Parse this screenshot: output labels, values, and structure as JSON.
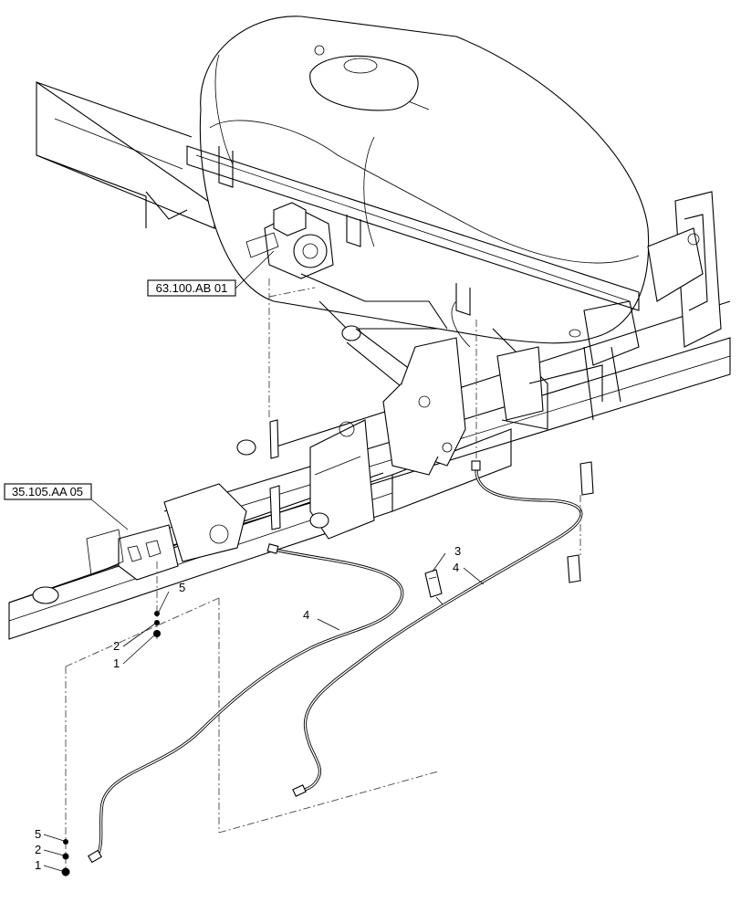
{
  "references": {
    "ref_tank_valve": "63.100.AB 01",
    "ref_manifold": "35.105.AA 05"
  },
  "callouts": {
    "upper": {
      "item5": "5",
      "item2": "2",
      "item1": "1"
    },
    "lower": {
      "item5": "5",
      "item2": "2",
      "item1": "1"
    },
    "bracket": "3",
    "hose_left": "4",
    "hose_right": "4"
  }
}
